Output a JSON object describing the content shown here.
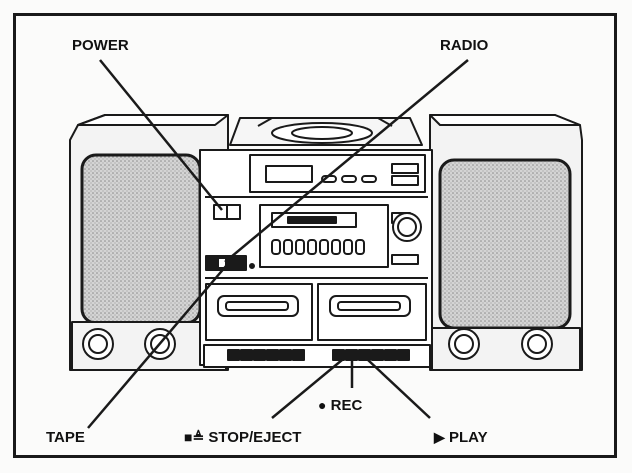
{
  "labels": {
    "power": "POWER",
    "radio": "RADIO",
    "tape": "TAPE",
    "stop_eject": "STOP/EJECT",
    "rec": "REC",
    "play": "PLAY"
  },
  "glyphs": {
    "stop_symbol": "■",
    "eject_symbol": "≜",
    "rec_symbol": "●",
    "play_symbol": "▶"
  },
  "colors": {
    "ink": "#111111",
    "speaker_fill": "#c9c9c9",
    "background": "#fbfbfa"
  }
}
